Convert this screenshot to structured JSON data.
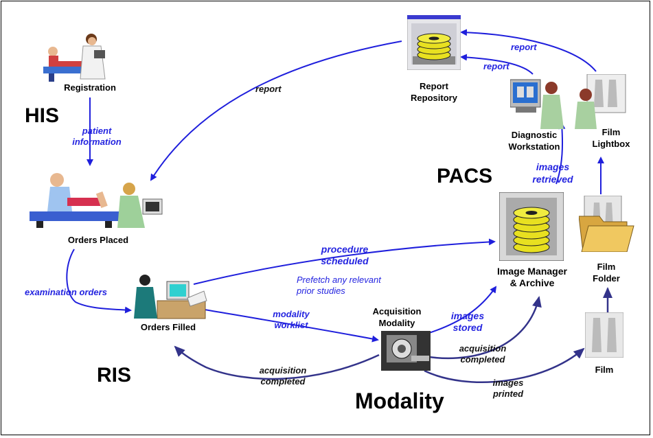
{
  "colors": {
    "blue_arrow": "#1f1fdc",
    "navy_arrow": "#33338a",
    "blue_text": "#2424e0",
    "navy_text": "#111111"
  },
  "systems": {
    "his": "HIS",
    "ris": "RIS",
    "pacs": "PACS",
    "modality": "Modality"
  },
  "nodes": {
    "registration": "Registration",
    "orders_placed": "Orders Placed",
    "orders_filled": "Orders Filled",
    "report_repository_line1": "Report",
    "report_repository_line2": "Repository",
    "diagnostic_ws_line1": "Diagnostic",
    "diagnostic_ws_line2": "Workstation",
    "film_lightbox_line1": "Film",
    "film_lightbox_line2": "Lightbox",
    "image_manager_line1": "Image Manager",
    "image_manager_line2": "& Archive",
    "film_folder_line1": "Film",
    "film_folder_line2": "Folder",
    "acquisition_modality_line1": "Acquisition",
    "acquisition_modality_line2": "Modality",
    "film": "Film"
  },
  "icons": {
    "registration": "patient-registration-clerk-icon",
    "orders_placed": "physician-exam-icon",
    "orders_filled": "clerk-at-computer-icon",
    "report_repository": "database-disk-stack-icon",
    "diagnostic_ws": "radiologist-workstation-icon",
    "film_lightbox": "radiologist-lightbox-icon",
    "image_manager": "archive-disk-stack-icon",
    "film_folder": "film-folder-icon",
    "acquisition_modality": "scanner-icon",
    "film": "xray-film-icon"
  },
  "edges": {
    "patient_information_line1": "patient",
    "patient_information_line2": "information",
    "report_left": "report",
    "report_top": "report",
    "report_mid": "report",
    "examination_orders": "examination orders",
    "procedure_scheduled_line1": "procedure",
    "procedure_scheduled_line2": "scheduled",
    "prefetch_line1": "Prefetch any relevant",
    "prefetch_line2": "prior studies",
    "modality_worklist_line1": "modality",
    "modality_worklist_line2": "worklist",
    "acq_completed_ris_line1": "acquisition",
    "acq_completed_ris_line2": "completed",
    "images_stored_line1": "images",
    "images_stored_line2": "stored",
    "acq_completed_pacs_line1": "acquisition",
    "acq_completed_pacs_line2": "completed",
    "images_printed_line1": "images",
    "images_printed_line2": "printed",
    "images_retrieved_line1": "images",
    "images_retrieved_line2": "retrieved"
  }
}
